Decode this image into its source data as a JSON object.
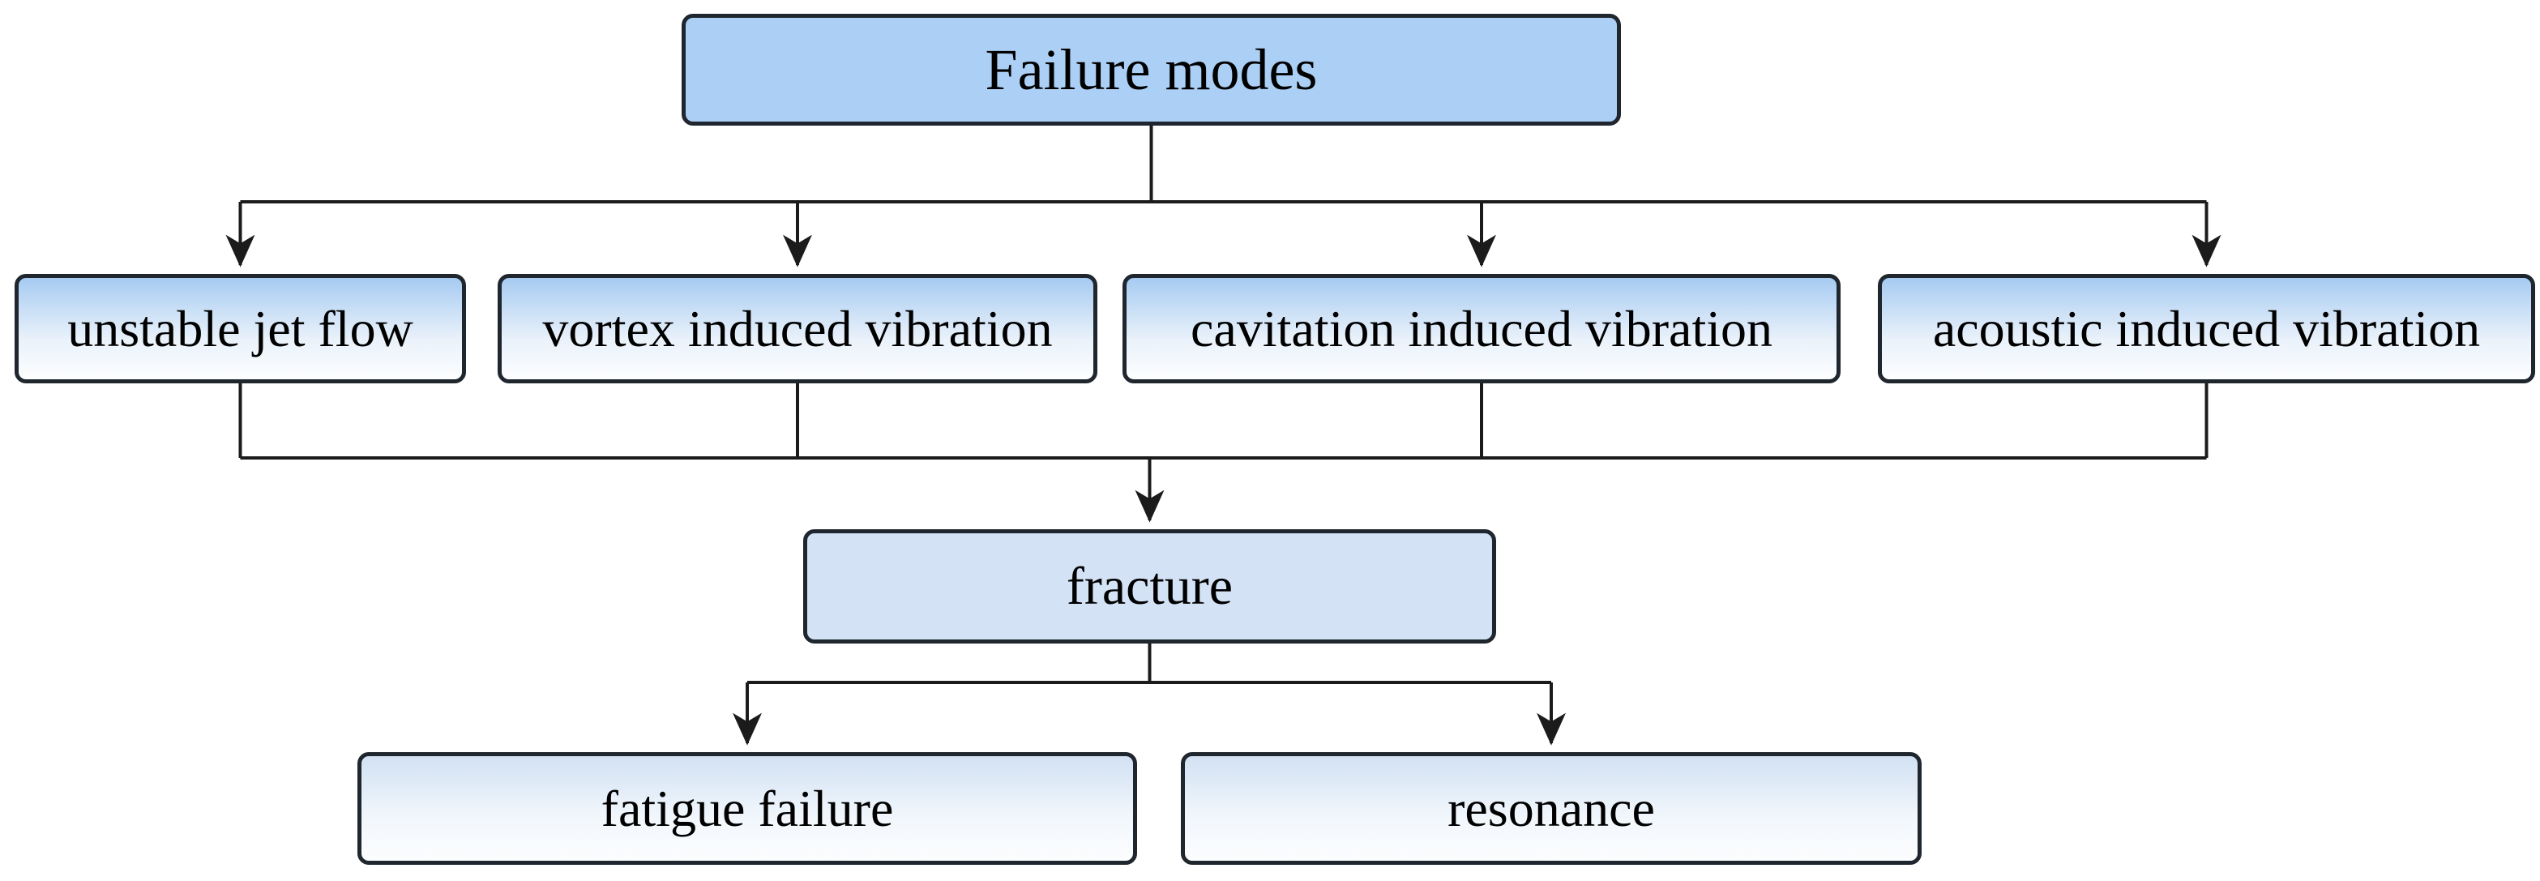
{
  "diagram": {
    "root_node": {
      "label": "Failure modes"
    },
    "cause_nodes": [
      {
        "label": "unstable jet flow"
      },
      {
        "label": "vortex induced vibration"
      },
      {
        "label": "cavitation induced vibration"
      },
      {
        "label": "acoustic induced vibration"
      }
    ],
    "result_node": {
      "label": "fracture"
    },
    "outcome_nodes": [
      {
        "label": "fatigue failure"
      },
      {
        "label": "resonance"
      }
    ]
  },
  "colors": {
    "node-border": "#1f262e",
    "connector": "#1b1b1b",
    "root-fill": "#abcff5",
    "cause-fill-top": "#a6cbf1",
    "cause-fill-mid": "#e9f1fa",
    "cause-fill-bottom": "#fdfeff",
    "result-fill": "#d3e2f5",
    "outcome-fill-top": "#d2e1f3",
    "outcome-fill-mid": "#f2f7fc",
    "outcome-fill-bottom": "#fcfdff",
    "text-color": "#000000"
  }
}
